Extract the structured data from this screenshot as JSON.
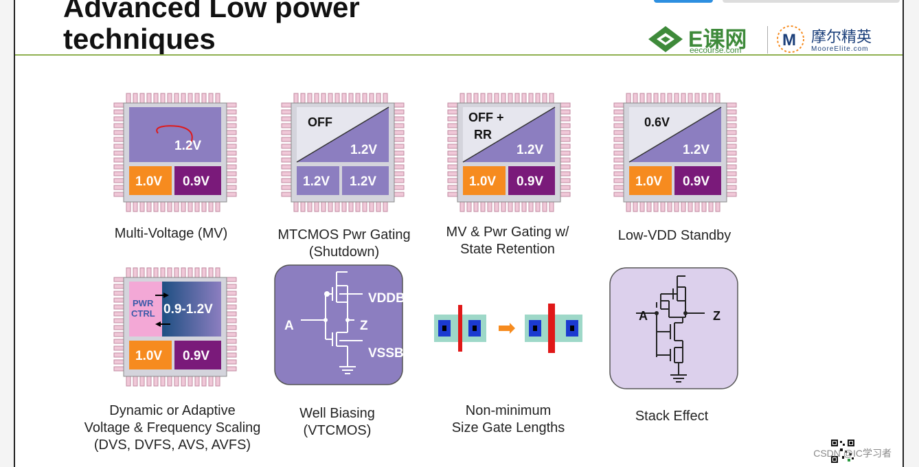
{
  "slide": {
    "title": "Advanced Low power\ntechniques"
  },
  "logos": {
    "eco_name": "E课网",
    "eco_domain": "eecourse.com",
    "moore_name": "摩尔精英",
    "moore_domain": "MooreElite.com"
  },
  "chips": {
    "mv": {
      "main": "1.2V",
      "left": "1.0V",
      "right": "0.9V"
    },
    "mtcmos": {
      "off": "OFF",
      "main": "1.2V",
      "left": "1.2V",
      "right": "1.2V"
    },
    "rr": {
      "off_line1": "OFF +",
      "off_line2": "RR",
      "main": "1.2V",
      "left": "1.0V",
      "right": "0.9V"
    },
    "lowvdd": {
      "standby": "0.6V",
      "main": "1.2V",
      "left": "1.0V",
      "right": "0.9V"
    },
    "dvfs": {
      "ctrl_line1": "PWR",
      "ctrl_line2": "CTRL",
      "main": "0.9-1.2V",
      "left": "1.0V",
      "right": "0.9V"
    }
  },
  "well_biasing": {
    "vddb": "VDDB",
    "vssb": "VSSB",
    "input": "A",
    "output": "Z"
  },
  "stack": {
    "input": "A",
    "output": "Z"
  },
  "captions": {
    "mv": "Multi-Voltage (MV)",
    "mtcmos": "MTCMOS Pwr Gating\n(Shutdown)",
    "rr": "MV & Pwr Gating w/\nState Retention",
    "lowvdd": "Low-VDD Standby",
    "dvfs": "Dynamic or Adaptive\nVoltage & Frequency Scaling\n(DVS, DVFS, AVS, AVFS)",
    "well": "Well Biasing\n(VTCMOS)",
    "gate": "Non-minimum\nSize Gate Lengths",
    "stack": "Stack Effect"
  },
  "watermark": "CSDN @IC学习者",
  "colors": {
    "purple": "#8c7ec0",
    "orange": "#f68b1f",
    "darkpurple": "#7a1a7a",
    "pinpink": "#f0c8d8"
  }
}
